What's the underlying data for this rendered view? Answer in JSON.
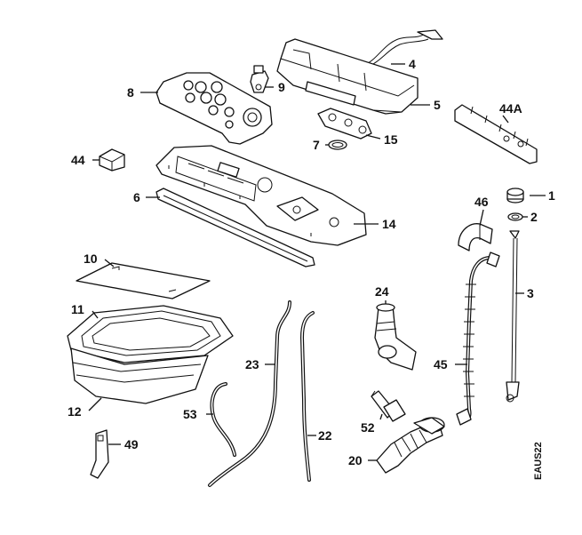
{
  "diagram": {
    "drawing_code": "EAUS22",
    "labels": [
      {
        "id": "1",
        "text": "1"
      },
      {
        "id": "2",
        "text": "2"
      },
      {
        "id": "3",
        "text": "3"
      },
      {
        "id": "4",
        "text": "4"
      },
      {
        "id": "5",
        "text": "5"
      },
      {
        "id": "6",
        "text": "6"
      },
      {
        "id": "7",
        "text": "7"
      },
      {
        "id": "8",
        "text": "8"
      },
      {
        "id": "9",
        "text": "9"
      },
      {
        "id": "10",
        "text": "10"
      },
      {
        "id": "11",
        "text": "11"
      },
      {
        "id": "12",
        "text": "12"
      },
      {
        "id": "14",
        "text": "14"
      },
      {
        "id": "15",
        "text": "15"
      },
      {
        "id": "20",
        "text": "20"
      },
      {
        "id": "22",
        "text": "22"
      },
      {
        "id": "23",
        "text": "23"
      },
      {
        "id": "24",
        "text": "24"
      },
      {
        "id": "44",
        "text": "44"
      },
      {
        "id": "44A",
        "text": "44A"
      },
      {
        "id": "45",
        "text": "45"
      },
      {
        "id": "46",
        "text": "46"
      },
      {
        "id": "49",
        "text": "49"
      },
      {
        "id": "52",
        "text": "52"
      },
      {
        "id": "53",
        "text": "53"
      }
    ]
  }
}
